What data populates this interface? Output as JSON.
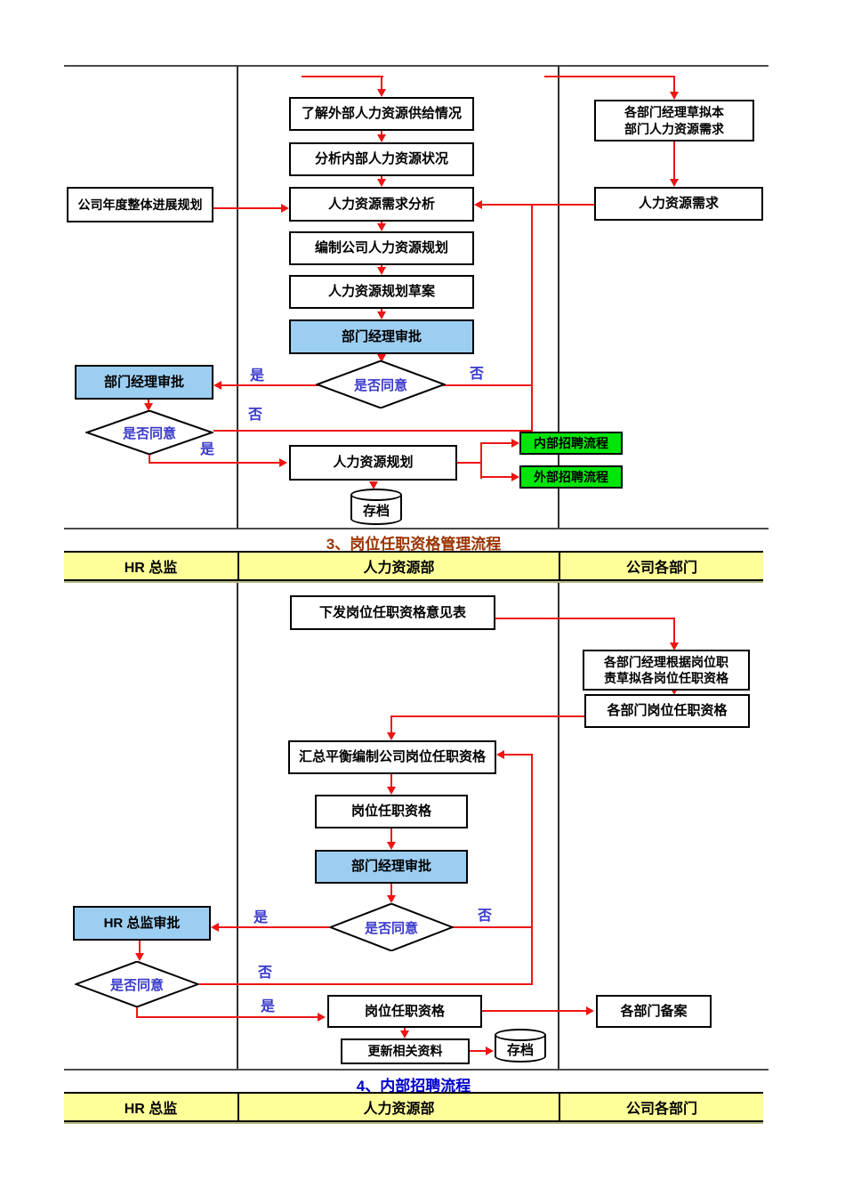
{
  "palette": {
    "blue_box": "#9CCEF2",
    "green_box": "#00E60A",
    "band_yellow": "#FFFF99",
    "line_red": "#F01414",
    "label_blue": "#3A3ACC",
    "title3_red": "#993300",
    "title4_blue": "#0000CC"
  },
  "labels": {
    "yes": "是",
    "no": "否"
  },
  "section1": {
    "left_plan": "公司年度整体进展规划",
    "know_external": "了解外部人力资源供给情况",
    "analyze_internal": "分析内部人力资源状况",
    "demand_analysis": "人力资源需求分析",
    "compile_plan": "编制公司人力资源规划",
    "plan_draft": "人力资源规划草案",
    "dept_manager_approve": "部门经理审批",
    "agree1": "是否同意",
    "left_approve": "部门经理审批",
    "agree2": "是否同意",
    "hr_plan": "人力资源规划",
    "archive": "存档",
    "draft_demand": "各部门经理草拟本\n部门人力资源需求",
    "hr_demand": "人力资源需求",
    "internal_recruit": "内部招聘流程",
    "external_recruit": "外部招聘流程"
  },
  "section3_title": "3、岗位任职资格管理流程",
  "swimlane_headers": [
    "HR 总监",
    "人力资源部",
    "公司各部门"
  ],
  "section3": {
    "issue_form": "下发岗位任职资格意见表",
    "dept_draft": "各部门经理根据岗位职\n责草拟各岗位任职资格",
    "dept_quals": "各部门岗位任职资格",
    "summarize": "汇总平衡编制公司岗位任职资格",
    "qualification": "岗位任职资格",
    "dept_manager_approve": "部门经理审批",
    "agree1": "是否同意",
    "hr_director_approve": "HR 总监审批",
    "agree2": "是否同意",
    "qual_final": "岗位任职资格",
    "dept_record": "各部门备案",
    "update_docs": "更新相关资料",
    "archive": "存档"
  },
  "section4_title": "4、内部招聘流程"
}
